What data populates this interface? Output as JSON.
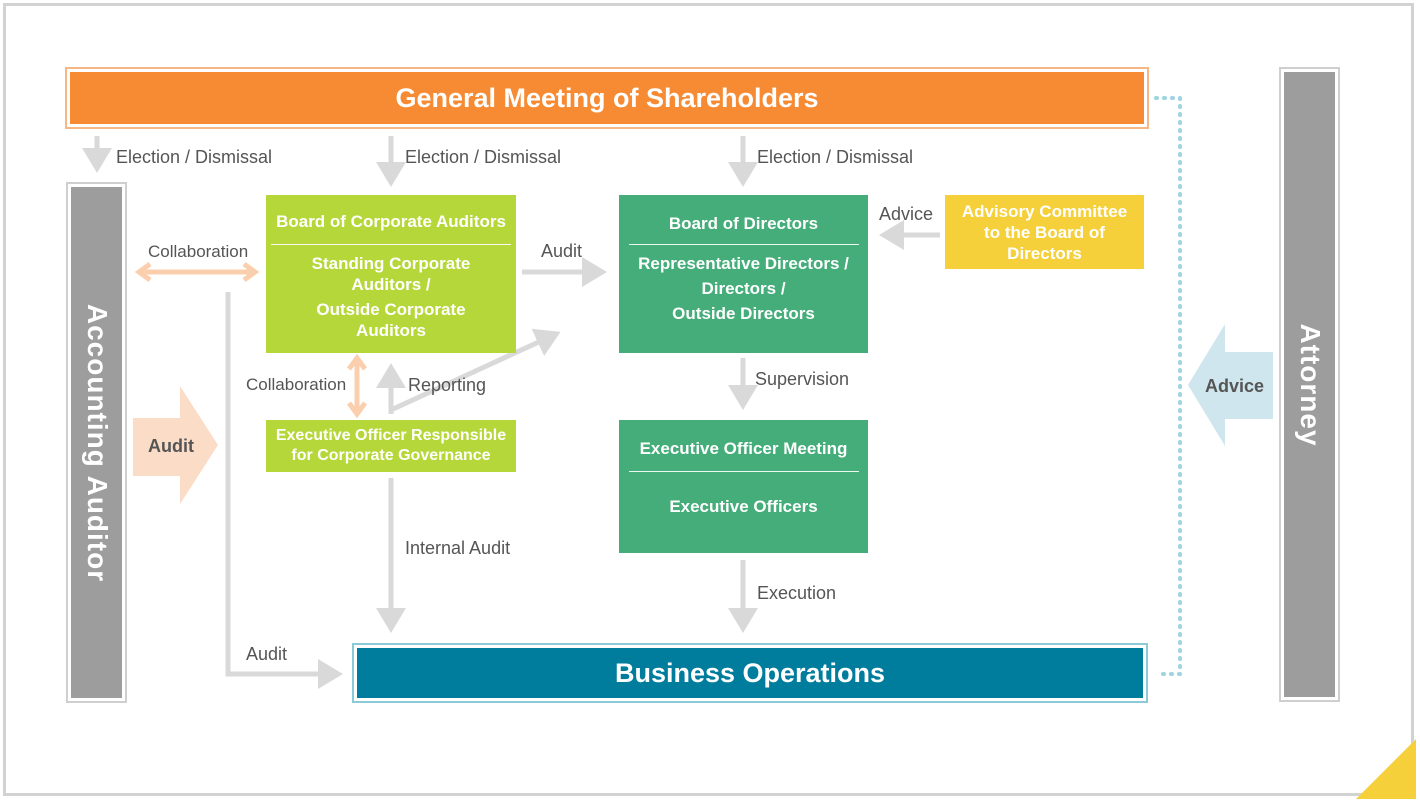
{
  "top": {
    "title": "General Meeting of Shareholders"
  },
  "bottom": {
    "title": "Business Operations"
  },
  "side": {
    "left": "Accounting Auditor",
    "right": "Attorney"
  },
  "auditors_board": {
    "title": "Board of Corporate Auditors",
    "line1": "Standing Corporate",
    "line2": "Auditors /",
    "line3": "Outside Corporate",
    "line4": "Auditors"
  },
  "directors_board": {
    "title": "Board of Directors",
    "line1": "Representative Directors /",
    "line2": "Directors /",
    "line3": "Outside Directors"
  },
  "advisory": {
    "line1": "Advisory Committee",
    "line2": "to the Board of",
    "line3": "Directors"
  },
  "governance_officer": {
    "line1": "Executive Officer Responsible",
    "line2": "for Corporate Governance"
  },
  "exec_meeting": {
    "title": "Executive Officer Meeting",
    "sub": "Executive Officers"
  },
  "labels": {
    "election_1": "Election / Dismissal",
    "election_2": "Election / Dismissal",
    "election_3": "Election / Dismissal",
    "collaboration_1": "Collaboration",
    "collaboration_2": "Collaboration",
    "audit_board": "Audit",
    "advice_committee": "Advice",
    "reporting": "Reporting",
    "supervision": "Supervision",
    "internal_audit": "Internal Audit",
    "execution": "Execution",
    "audit_ops": "Audit",
    "audit_arrow": "Audit",
    "advice_arrow": "Advice"
  },
  "colors": {
    "orange": "#f68b33",
    "teal": "#007d9d",
    "lime": "#b6d739",
    "green": "#45ad7a",
    "yellow": "#f5d03a",
    "gray": "#9d9d9d",
    "peach": "#fbdcc7",
    "lightblue": "#cfe6ee"
  }
}
